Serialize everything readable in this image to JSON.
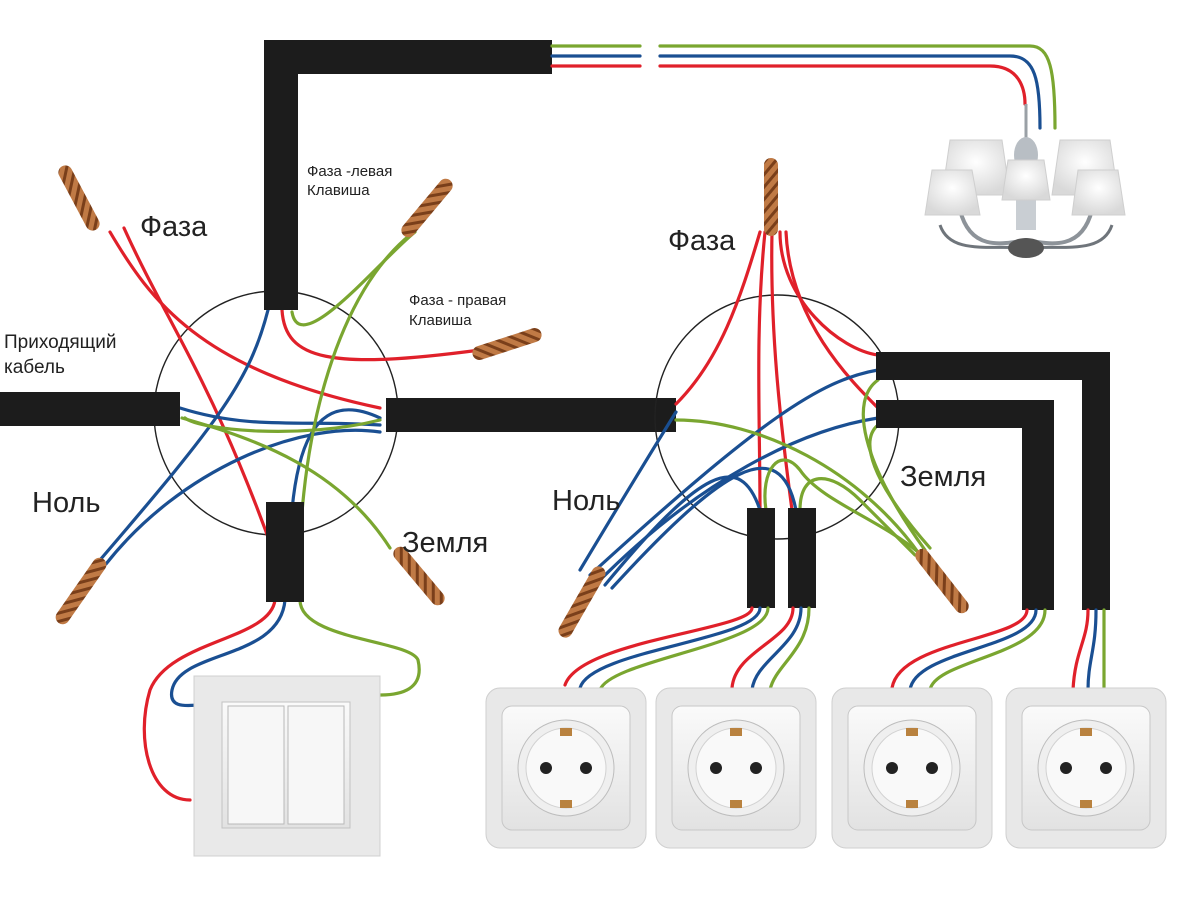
{
  "labels": {
    "phase_left": "Фаза",
    "phase_right": "Фаза",
    "phase_left_key_1": "Фаза -левая",
    "phase_left_key_2": "Клавиша",
    "phase_right_key_1": "Фаза - правая",
    "phase_right_key_2": "Клавиша",
    "incoming_1": "Приходящий",
    "incoming_2": "кабель",
    "neutral_left": "Ноль",
    "neutral_right": "Ноль",
    "ground_left": "Земля",
    "ground_right": "Земля"
  },
  "colors": {
    "phase": "#e0202a",
    "neutral": "#1a4f92",
    "ground": "#7aa630",
    "cable": "#1c1c1c",
    "copper": "#b87a45"
  },
  "icons": {
    "switch": "double-rocker-switch-icon",
    "socket": "schuko-socket-icon",
    "chandelier": "chandelier-icon"
  }
}
